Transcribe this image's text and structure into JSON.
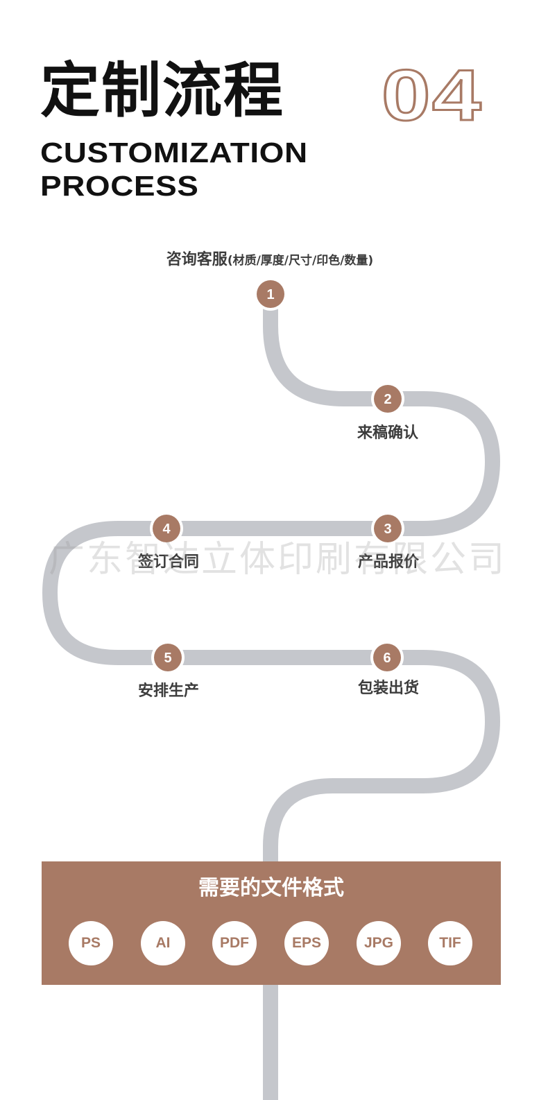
{
  "header": {
    "title_cn": "定制流程",
    "title_en_line1": "CUSTOMIZATION",
    "title_en_line2": "PROCESS",
    "section_number": "04"
  },
  "steps": [
    {
      "number": "1",
      "label": "咨询客服",
      "detail": "(材质/厚度/尺寸/印色/数量)"
    },
    {
      "number": "2",
      "label": "来稿确认"
    },
    {
      "number": "3",
      "label": "产品报价"
    },
    {
      "number": "4",
      "label": "签订合同"
    },
    {
      "number": "5",
      "label": "安排生产"
    },
    {
      "number": "6",
      "label": "包装出货"
    }
  ],
  "watermark": "广东智达立体印刷有限公司",
  "formats": {
    "title": "需要的文件格式",
    "items": [
      "PS",
      "AI",
      "PDF",
      "EPS",
      "JPG",
      "TIF"
    ]
  },
  "colors": {
    "accent": "#a87a65",
    "path": "#c5c7cc",
    "text_dark": "#111111"
  }
}
